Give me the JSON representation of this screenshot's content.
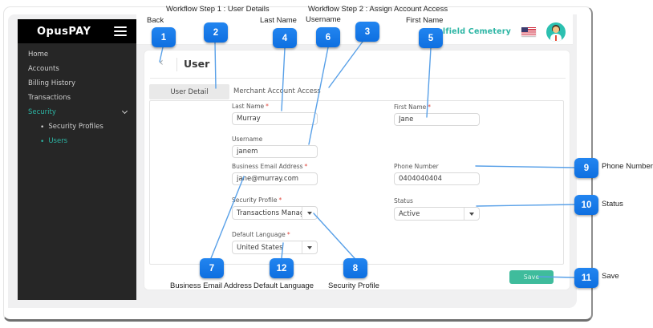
{
  "colors": {
    "callout_blue": "#1678e8",
    "connector_blue": "#58a0e8",
    "brand_teal": "#2cb5a4",
    "save_green": "#3fbc9c",
    "required_red": "#e0473d",
    "sidebar_bg": "#262626",
    "sidebar_header_bg": "#000000",
    "page_bg": "#f0f0f1"
  },
  "sidebar": {
    "brand": "OpusPAY",
    "items": [
      {
        "label": "Home"
      },
      {
        "label": "Accounts"
      },
      {
        "label": "Billing History"
      },
      {
        "label": "Transactions"
      },
      {
        "label": "Security"
      }
    ],
    "subitems": [
      {
        "bullet": "•",
        "label": "Security Profiles"
      },
      {
        "bullet": "•",
        "label": "Users"
      }
    ]
  },
  "topbar": {
    "merchant": "Caulfield Cemetery"
  },
  "content": {
    "back_icon": "‹",
    "title": "User",
    "tabs": [
      {
        "label": "User Detail"
      },
      {
        "label": "Merchant Account Access"
      }
    ],
    "required_marker": "*",
    "fields": {
      "last_name": {
        "label": "Last Name",
        "value": "Murray"
      },
      "first_name": {
        "label": "First Name",
        "value": "Jane"
      },
      "username": {
        "label": "Username",
        "value": "janem"
      },
      "email": {
        "label": "Business Email Address",
        "value": "jane@murray.com"
      },
      "phone": {
        "label": "Phone Number",
        "value": "0404040404"
      },
      "security_profile": {
        "label": "Security Profile",
        "value": "Transactions Manager"
      },
      "status": {
        "label": "Status",
        "value": "Active"
      },
      "default_language": {
        "label": "Default Language",
        "value": "United States"
      }
    },
    "save_label": "Save"
  },
  "callouts": [
    {
      "number": "1",
      "label": "Back"
    },
    {
      "number": "2",
      "label": "Workflow Step 1 : User Details"
    },
    {
      "number": "3",
      "label": "Workflow Step 2 : Assign Account Access"
    },
    {
      "number": "4",
      "label": "Last Name"
    },
    {
      "number": "5",
      "label": "First Name"
    },
    {
      "number": "6",
      "label": "Username"
    },
    {
      "number": "7",
      "label": "Business Email Address"
    },
    {
      "number": "8",
      "label": "Security Profile"
    },
    {
      "number": "9",
      "label": "Phone Number"
    },
    {
      "number": "10",
      "label": "Status"
    },
    {
      "number": "11",
      "label": "Save"
    },
    {
      "number": "12",
      "label": "Default Language"
    }
  ]
}
